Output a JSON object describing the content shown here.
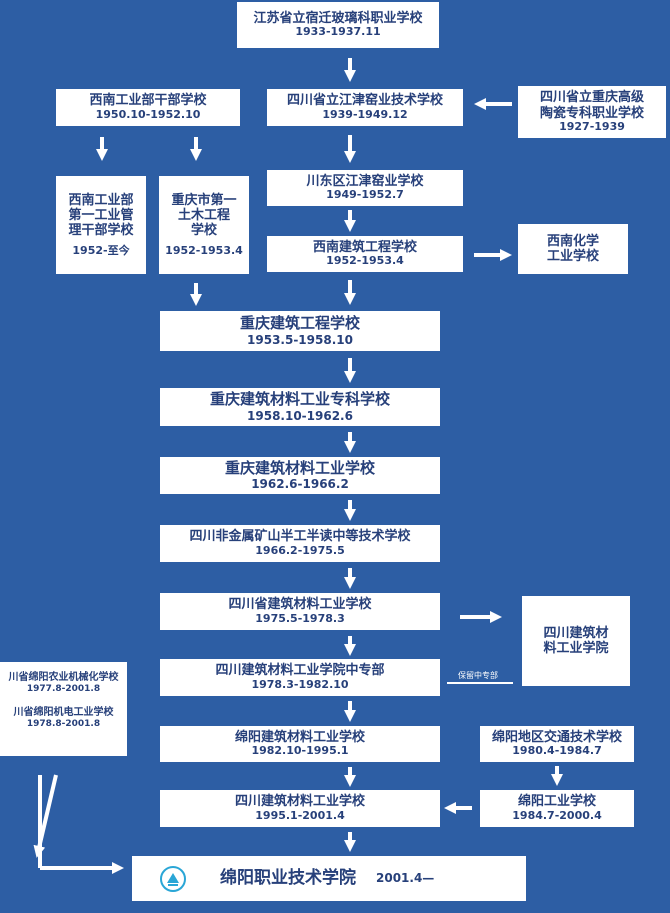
{
  "boxes": {
    "b1": {
      "name": "江苏省立宿迁玻璃科职业学校",
      "date": "1933-1937.11"
    },
    "b2": {
      "name": "四川省立江津窑业技术学校",
      "date": "1939-1949.12"
    },
    "b3": {
      "name": "西南工业部干部学校",
      "date": "1950.10-1952.10"
    },
    "b4": {
      "name": "四川省立重庆高级\n陶瓷专科职业学校",
      "date": "1927-1939"
    },
    "b5": {
      "name": "川东区江津窑业学校",
      "date": "1949-1952.7"
    },
    "b6": {
      "name": "西南工业部\n第一工业管\n理干部学校",
      "date": "1952-至今"
    },
    "b7": {
      "name": "重庆市第一\n土木工程\n学校",
      "date": "1952-1953.4"
    },
    "b8": {
      "name": "西南建筑工程学校",
      "date": "1952-1953.4"
    },
    "b9": {
      "name": "西南化学\n工业学校",
      "date": ""
    },
    "b10": {
      "name": "重庆建筑工程学校",
      "date": "1953.5-1958.10"
    },
    "b11": {
      "name": "重庆建筑材料工业专科学校",
      "date": "1958.10-1962.6"
    },
    "b12": {
      "name": "重庆建筑材料工业学校",
      "date": "1962.6-1966.2"
    },
    "b13": {
      "name": "四川非金属矿山半工半读中等技术学校",
      "date": "1966.2-1975.5"
    },
    "b14": {
      "name": "四川省建筑材料工业学校",
      "date": "1975.5-1978.3"
    },
    "b15": {
      "name": "四川建筑材\n料工业学院",
      "date": ""
    },
    "b16": {
      "name": "四川建筑材料工业学院中专部",
      "date": "1978.3-1982.10"
    },
    "b17": {
      "name": "川省绵阳农业机械化学校",
      "date": "1977.8-2001.8"
    },
    "b18": {
      "name": "川省绵阳机电工业学校",
      "date": "1978.8-2001.8"
    },
    "b19": {
      "name": "绵阳建筑材料工业学校",
      "date": "1982.10-1995.1"
    },
    "b20": {
      "name": "绵阳地区交通技术学校",
      "date": "1980.4-1984.7"
    },
    "b21": {
      "name": "四川建筑材料工业学校",
      "date": "1995.1-2001.4"
    },
    "b22": {
      "name": "绵阳工业学校",
      "date": "1984.7-2000.4"
    },
    "b23": {
      "name": "绵阳职业技术学院",
      "date": "2001.4—"
    }
  },
  "note": "保留中专部",
  "colors": {
    "background": "#2d5ea4",
    "box": "#ffffff",
    "text": "#27407a",
    "logo": "#2aa6d6"
  }
}
